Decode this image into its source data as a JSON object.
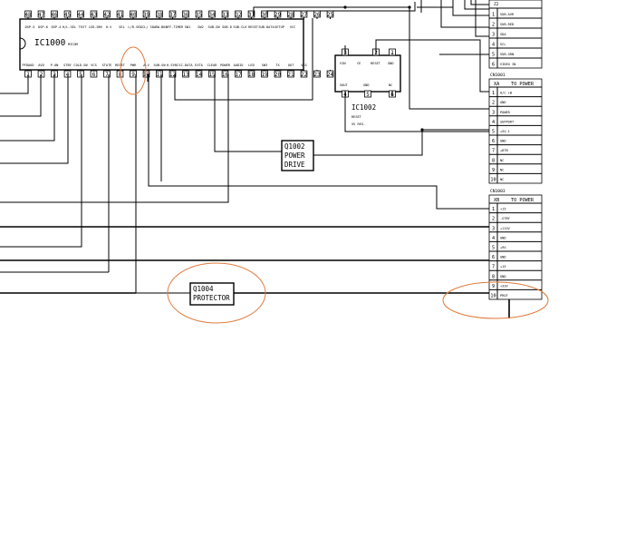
{
  "ic1000": {
    "name": "IC1000",
    "sub": "MICOM",
    "top_pins": [
      "48",
      "47",
      "46",
      "45",
      "44",
      "43",
      "42",
      "41",
      "40",
      "39",
      "38",
      "37",
      "36",
      "35",
      "34",
      "33",
      "32",
      "31",
      "30",
      "29",
      "28",
      "27",
      "26",
      "25"
    ],
    "top_labels": [
      "DSP-5",
      "DSP-6",
      "DSP-4",
      "H/L-SEL",
      "TEST",
      "LED-DRV",
      "H-V",
      "SEL",
      "L/R-SEL",
      "SCL/ SDA",
      "SW-BUS",
      "OFF-TIMER",
      "SW1",
      "SW2",
      "SUB-SW",
      "SUB-D",
      "SUB-CLK",
      "RESET",
      "SUB-DATA",
      "SETUP",
      "VCC"
    ],
    "bottom_pins": [
      "1",
      "2",
      "3",
      "4",
      "5",
      "6",
      "7",
      "8",
      "9",
      "10",
      "11",
      "12",
      "13",
      "14",
      "15",
      "16",
      "17",
      "18",
      "19",
      "20",
      "21",
      "22",
      "23",
      "24"
    ],
    "bottom_labels": [
      "PFDAUD",
      "AVD",
      "P-ON",
      "STBY",
      "COLD-SW",
      "VCS",
      "STATE",
      "RESET",
      "PWR",
      "A-V",
      "SUB-SW",
      "H-SYNC",
      "SC-DATA",
      "EXTA",
      "CLEAR",
      "POWER",
      "AUDIO",
      "LED",
      "SW3",
      "TX",
      "OUT",
      "VSS"
    ]
  },
  "ic1002": {
    "name": "IC1002",
    "desc": "RESET",
    "desc2": "5V REG.",
    "top_pins": [
      "3",
      "2",
      "1"
    ],
    "top_labels": [
      "VIN",
      "CE",
      "RESET",
      "GND"
    ],
    "bottom_labels": [
      "VOUT",
      "GND",
      "NC"
    ],
    "bottom_pins": [
      "4",
      "5",
      "6"
    ]
  },
  "q1002": {
    "l1": "Q1002",
    "l2": "POWER",
    "l3": "DRIVE"
  },
  "q1004": {
    "l1": "Q1004",
    "l2": "PROTECTOR"
  },
  "cn_top": {
    "head": "Z2",
    "pins": [
      "1",
      "2",
      "3",
      "4",
      "5",
      "6"
    ],
    "labels": [
      "SUB-AVR",
      "SUB-RED",
      "SDA",
      "SCL",
      "SUB-GRN",
      "VIDEO IN"
    ]
  },
  "cn_a": {
    "ref": "CN1001",
    "pin_head": "XA",
    "title": "TO POWER",
    "pins": [
      "1",
      "2",
      "3",
      "4",
      "5",
      "6",
      "7",
      "8",
      "9",
      "10"
    ],
    "labels": [
      "A/C +B",
      "GND",
      "POWER",
      "SUPPORT",
      "+5V-1",
      "GND",
      "+8TB",
      "NC",
      "NC",
      "NC"
    ]
  },
  "cn_b": {
    "ref": "CN1003",
    "pin_head": "XB",
    "title": "TO POWER",
    "pins": [
      "1",
      "2",
      "3",
      "4",
      "5",
      "6",
      "7",
      "8",
      "9",
      "10"
    ],
    "labels": [
      "+15",
      "-STBY",
      "+115V",
      "GND",
      "+9V",
      "GND",
      "+15",
      "GND",
      "+33V",
      "PROT"
    ]
  },
  "colors": {
    "line": "#000000",
    "highlight_ellipse": "#e07a3c",
    "background": "#ffffff"
  }
}
